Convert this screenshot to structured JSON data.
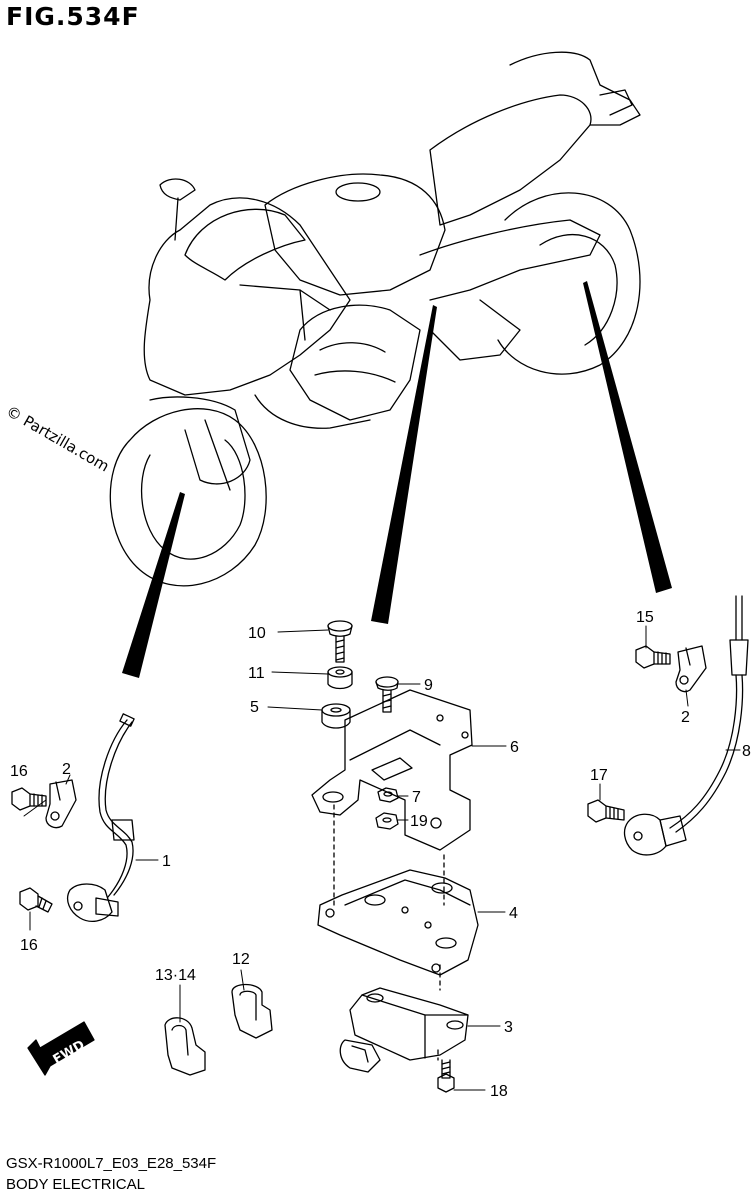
{
  "figure": {
    "title": "FIG.534F",
    "model_code": "GSX-R1000L7_E03_E28_534F",
    "section": "BODY ELECTRICAL",
    "watermark": "© Partzilla.com",
    "direction_label": "FWD"
  },
  "callouts": [
    {
      "id": "c1",
      "text": "1"
    },
    {
      "id": "c2a",
      "text": "2"
    },
    {
      "id": "c2b",
      "text": "2"
    },
    {
      "id": "c3",
      "text": "3"
    },
    {
      "id": "c4",
      "text": "4"
    },
    {
      "id": "c5",
      "text": "5"
    },
    {
      "id": "c6",
      "text": "6"
    },
    {
      "id": "c7",
      "text": "7"
    },
    {
      "id": "c8",
      "text": "8"
    },
    {
      "id": "c9",
      "text": "9"
    },
    {
      "id": "c10",
      "text": "10"
    },
    {
      "id": "c11",
      "text": "11"
    },
    {
      "id": "c12",
      "text": "12"
    },
    {
      "id": "c13_14",
      "text": "13·14"
    },
    {
      "id": "c15",
      "text": "15"
    },
    {
      "id": "c16a",
      "text": "16"
    },
    {
      "id": "c16b",
      "text": "16"
    },
    {
      "id": "c17",
      "text": "17"
    },
    {
      "id": "c18",
      "text": "18"
    },
    {
      "id": "c19",
      "text": "19"
    }
  ]
}
